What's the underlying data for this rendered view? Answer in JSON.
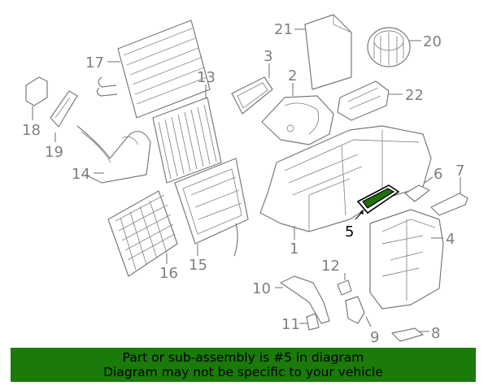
{
  "diagram": {
    "labels": {
      "p1": "1",
      "p2": "2",
      "p3": "3",
      "p4": "4",
      "p5": "5",
      "p6": "6",
      "p7": "7",
      "p8": "8",
      "p9": "9",
      "p10": "10",
      "p11": "11",
      "p12": "12",
      "p13": "13",
      "p14": "14",
      "p15": "15",
      "p16": "16",
      "p17": "17",
      "p18": "18",
      "p19": "19",
      "p20": "20",
      "p21": "21",
      "p22": "22"
    },
    "highlight_color": "#1f6f0f"
  },
  "banner": {
    "line1": "Part or sub-assembly is #5 in diagram",
    "line2": "Diagram may not be specific to your vehicle",
    "background": "#1a7a0a"
  }
}
